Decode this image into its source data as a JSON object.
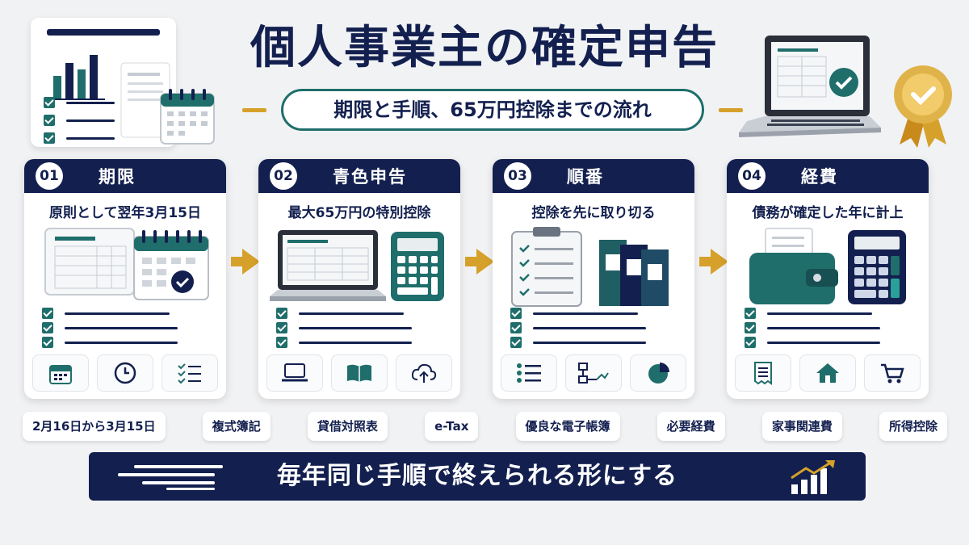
{
  "header": {
    "title": "個人事業主の確定申告",
    "subtitle": "期限と手順、65万円控除までの流れ"
  },
  "steps": [
    {
      "num": "01",
      "title": "期限",
      "desc": "原則として翌年3月15日"
    },
    {
      "num": "02",
      "title": "青色申告",
      "desc": "最大65万円の特別控除"
    },
    {
      "num": "03",
      "title": "順番",
      "desc": "控除を先に取り切る"
    },
    {
      "num": "04",
      "title": "経費",
      "desc": "債務が確定した年に計上"
    }
  ],
  "tags": [
    "2月16日から3月15日",
    "複式簿記",
    "貸借対照表",
    "e-Tax",
    "優良な電子帳簿",
    "必要経費",
    "家事関連費",
    "所得控除"
  ],
  "banner": {
    "text": "毎年同じ手順で終えられる形にする"
  },
  "colors": {
    "navy": "#13204f",
    "teal": "#1f6e6b",
    "gold": "#d6a12a"
  }
}
